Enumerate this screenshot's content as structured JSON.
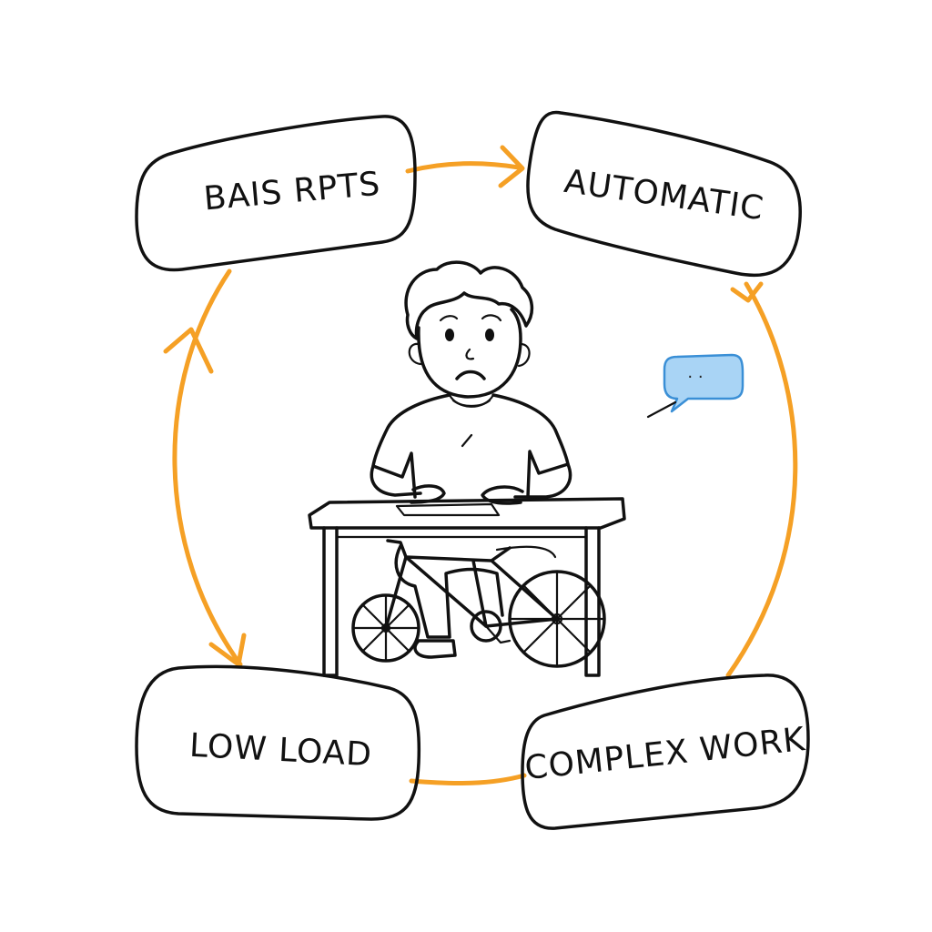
{
  "diagram": {
    "nodes": [
      {
        "id": "top-left",
        "label": "BAIS RPTS"
      },
      {
        "id": "top-right",
        "label": "AUTOMATIC"
      },
      {
        "id": "bottom-right",
        "label": "COMPLEX WORK"
      },
      {
        "id": "bottom-left",
        "label": "LOW LOAD"
      }
    ],
    "cycle_color": "#f5a025",
    "speech_bubble": {
      "text": "· ·",
      "fill": "#a9d4f5",
      "stroke": "#3a8fd6"
    }
  }
}
